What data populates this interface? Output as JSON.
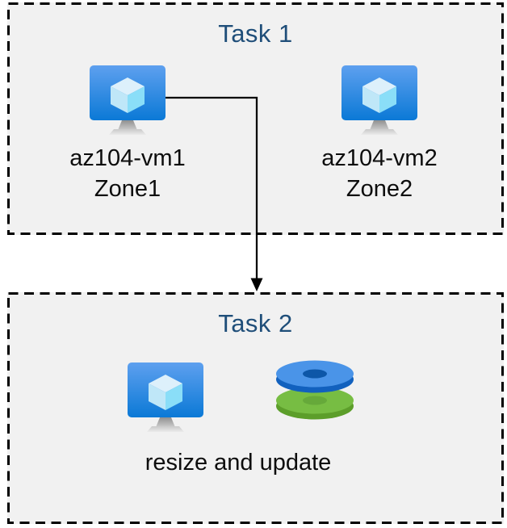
{
  "diagram": {
    "type": "azure-task-flow",
    "background": "#ffffff",
    "panel_fill": "#f1f1f1",
    "panel_border_color": "#000000",
    "title_color": "#1f4e79",
    "text_color": "#0d0d0d",
    "arrow_color": "#000000",
    "tasks": [
      {
        "title": "Task 1",
        "vms": [
          {
            "name": "az104-vm1",
            "zone": "Zone1",
            "icon": "azure-virtual-machine-icon"
          },
          {
            "name": "az104-vm2",
            "zone": "Zone2",
            "icon": "azure-virtual-machine-icon"
          }
        ]
      },
      {
        "title": "Task 2",
        "caption": "resize and update",
        "icons": [
          "azure-virtual-machine-icon",
          "azure-managed-disks-icon"
        ]
      }
    ],
    "connector": {
      "from": "az104-vm1",
      "to": "Task 2",
      "style": "elbow-arrow"
    },
    "icon_colors": {
      "vm_screen_top": "#5ea0ef",
      "vm_screen_bottom": "#0b79d6",
      "vm_cube_top": "#ddf0fb",
      "vm_cube_left": "#bfe7f8",
      "vm_cube_right": "#8adef8",
      "vm_stand_dark": "#8f8f8f",
      "vm_stand_light": "#ebebeb",
      "disk_blue_top": "#4a94e8",
      "disk_blue_side": "#1261be",
      "disk_blue_hole": "#0d57a8",
      "disk_green_top": "#77bd43",
      "disk_green_side": "#5c9e2a",
      "disk_green_hole": "#66a93a"
    }
  }
}
